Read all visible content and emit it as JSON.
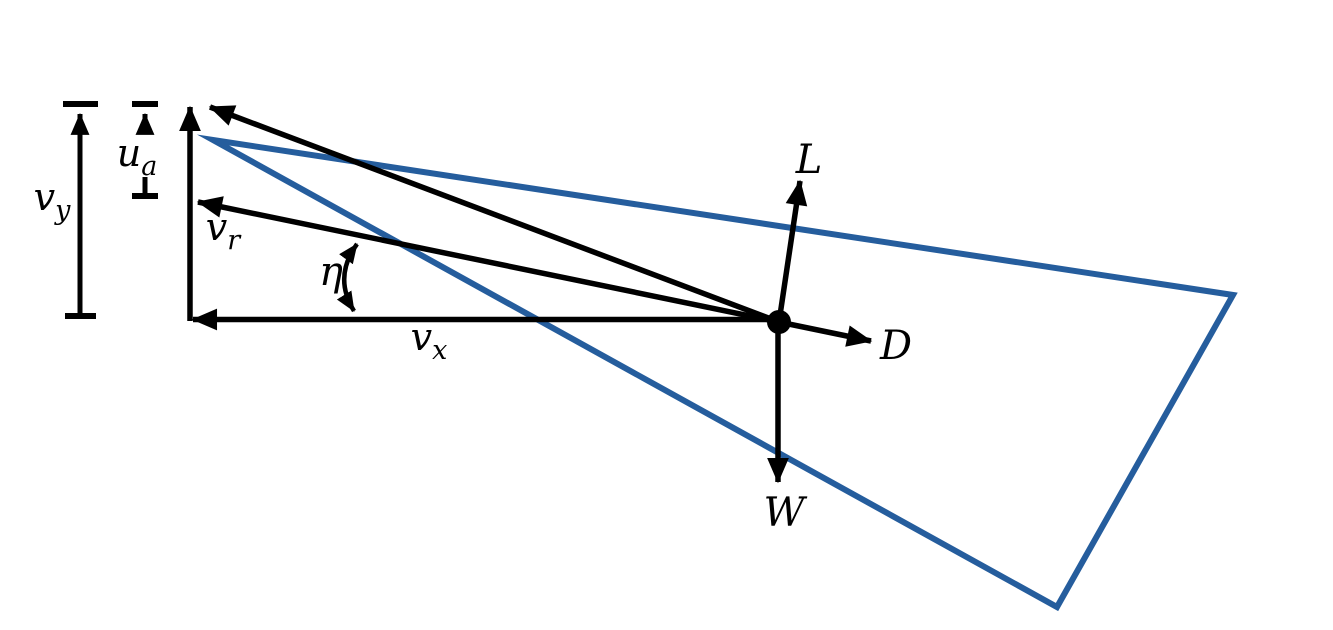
{
  "colors": {
    "vector_black": "#000000",
    "blade_blue": "#255d9d"
  },
  "labels": {
    "vy": {
      "base": "v",
      "sub": "y"
    },
    "ua": {
      "base": "u",
      "sub": "a"
    },
    "vr": {
      "base": "v",
      "sub": "r"
    },
    "eta": {
      "symbol": "η"
    },
    "vx": {
      "base": "v",
      "sub": "x"
    },
    "lift": {
      "symbol": "L"
    },
    "drag": {
      "symbol": "D"
    },
    "weight": {
      "symbol": "W"
    }
  }
}
